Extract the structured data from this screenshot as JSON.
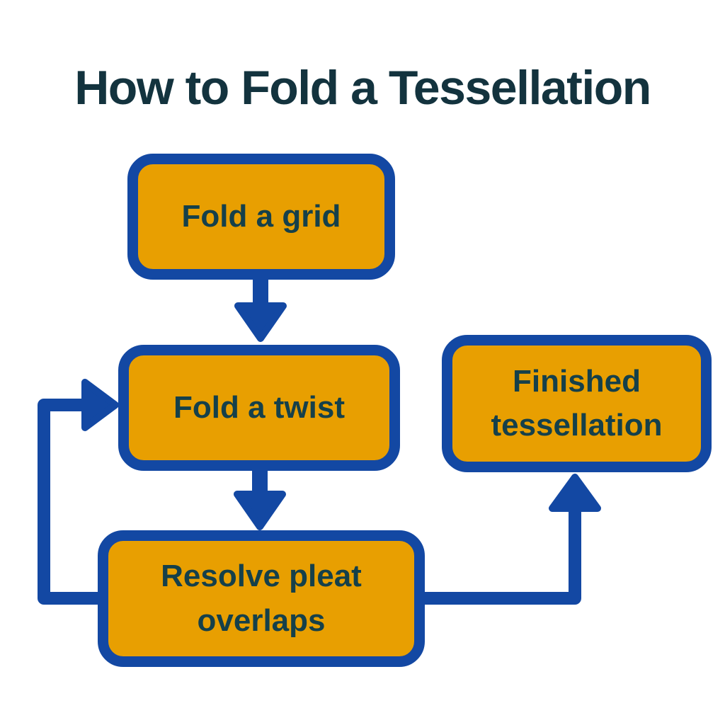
{
  "title": "How to Fold a Tessellation",
  "colors": {
    "background": "#ffffff",
    "box_fill": "#e89f01",
    "box_border": "#1348a3",
    "arrow": "#1348a3",
    "title_text": "#13333e",
    "box_text": "#15404a"
  },
  "flowchart": {
    "type": "flowchart",
    "nodes": [
      {
        "id": "fold-grid",
        "label": "Fold a grid"
      },
      {
        "id": "fold-twist",
        "label": "Fold a twist"
      },
      {
        "id": "resolve-overlaps",
        "label": "Resolve pleat overlaps"
      },
      {
        "id": "finished",
        "label": "Finished tessellation"
      }
    ],
    "edges": [
      {
        "from": "fold-grid",
        "to": "fold-twist",
        "type": "down-arrow"
      },
      {
        "from": "fold-twist",
        "to": "resolve-overlaps",
        "type": "down-arrow"
      },
      {
        "from": "resolve-overlaps",
        "to": "fold-twist",
        "type": "feedback-loop-left"
      },
      {
        "from": "resolve-overlaps",
        "to": "finished",
        "type": "elbow-up-right"
      }
    ]
  }
}
